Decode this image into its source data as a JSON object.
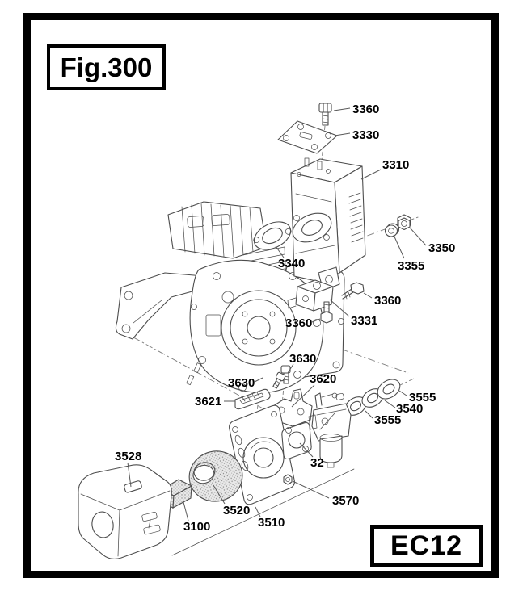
{
  "figure": {
    "title": "Fig.300",
    "model_code": "EC12"
  },
  "part_labels": [
    {
      "callout": "3360",
      "part": "muffler-cover-bolt"
    },
    {
      "callout": "3330",
      "part": "muffler-cover-plate"
    },
    {
      "callout": "3310",
      "part": "muffler"
    },
    {
      "callout": "3350",
      "part": "muffler-nut"
    },
    {
      "callout": "3355",
      "part": "muffler-washer"
    },
    {
      "callout": "3340",
      "part": "exhaust-gasket"
    },
    {
      "callout": "3360",
      "part": "bracket-bolt-right"
    },
    {
      "callout": "3331",
      "part": "muffler-bracket"
    },
    {
      "callout": "3360",
      "part": "bracket-bolt-lower"
    },
    {
      "callout": "3630",
      "part": "linkage-bolt-upper"
    },
    {
      "callout": "3630",
      "part": "linkage-bolt-left"
    },
    {
      "callout": "3620",
      "part": "throttle-bracket"
    },
    {
      "callout": "3621",
      "part": "governor-plate"
    },
    {
      "callout": "3555",
      "part": "insulator-gasket-outer"
    },
    {
      "callout": "3540",
      "part": "insulator-spacer"
    },
    {
      "callout": "3555",
      "part": "insulator-gasket-inner"
    },
    {
      "callout": "3528",
      "part": "air-cleaner-cover-clip"
    },
    {
      "callout": "32",
      "part": "carburetor-gasket"
    },
    {
      "callout": "3570",
      "part": "flange-nut"
    },
    {
      "callout": "3100",
      "part": "air-filter-foam"
    },
    {
      "callout": "3520",
      "part": "air-filter-element"
    },
    {
      "callout": "3510",
      "part": "air-cleaner-base"
    }
  ]
}
